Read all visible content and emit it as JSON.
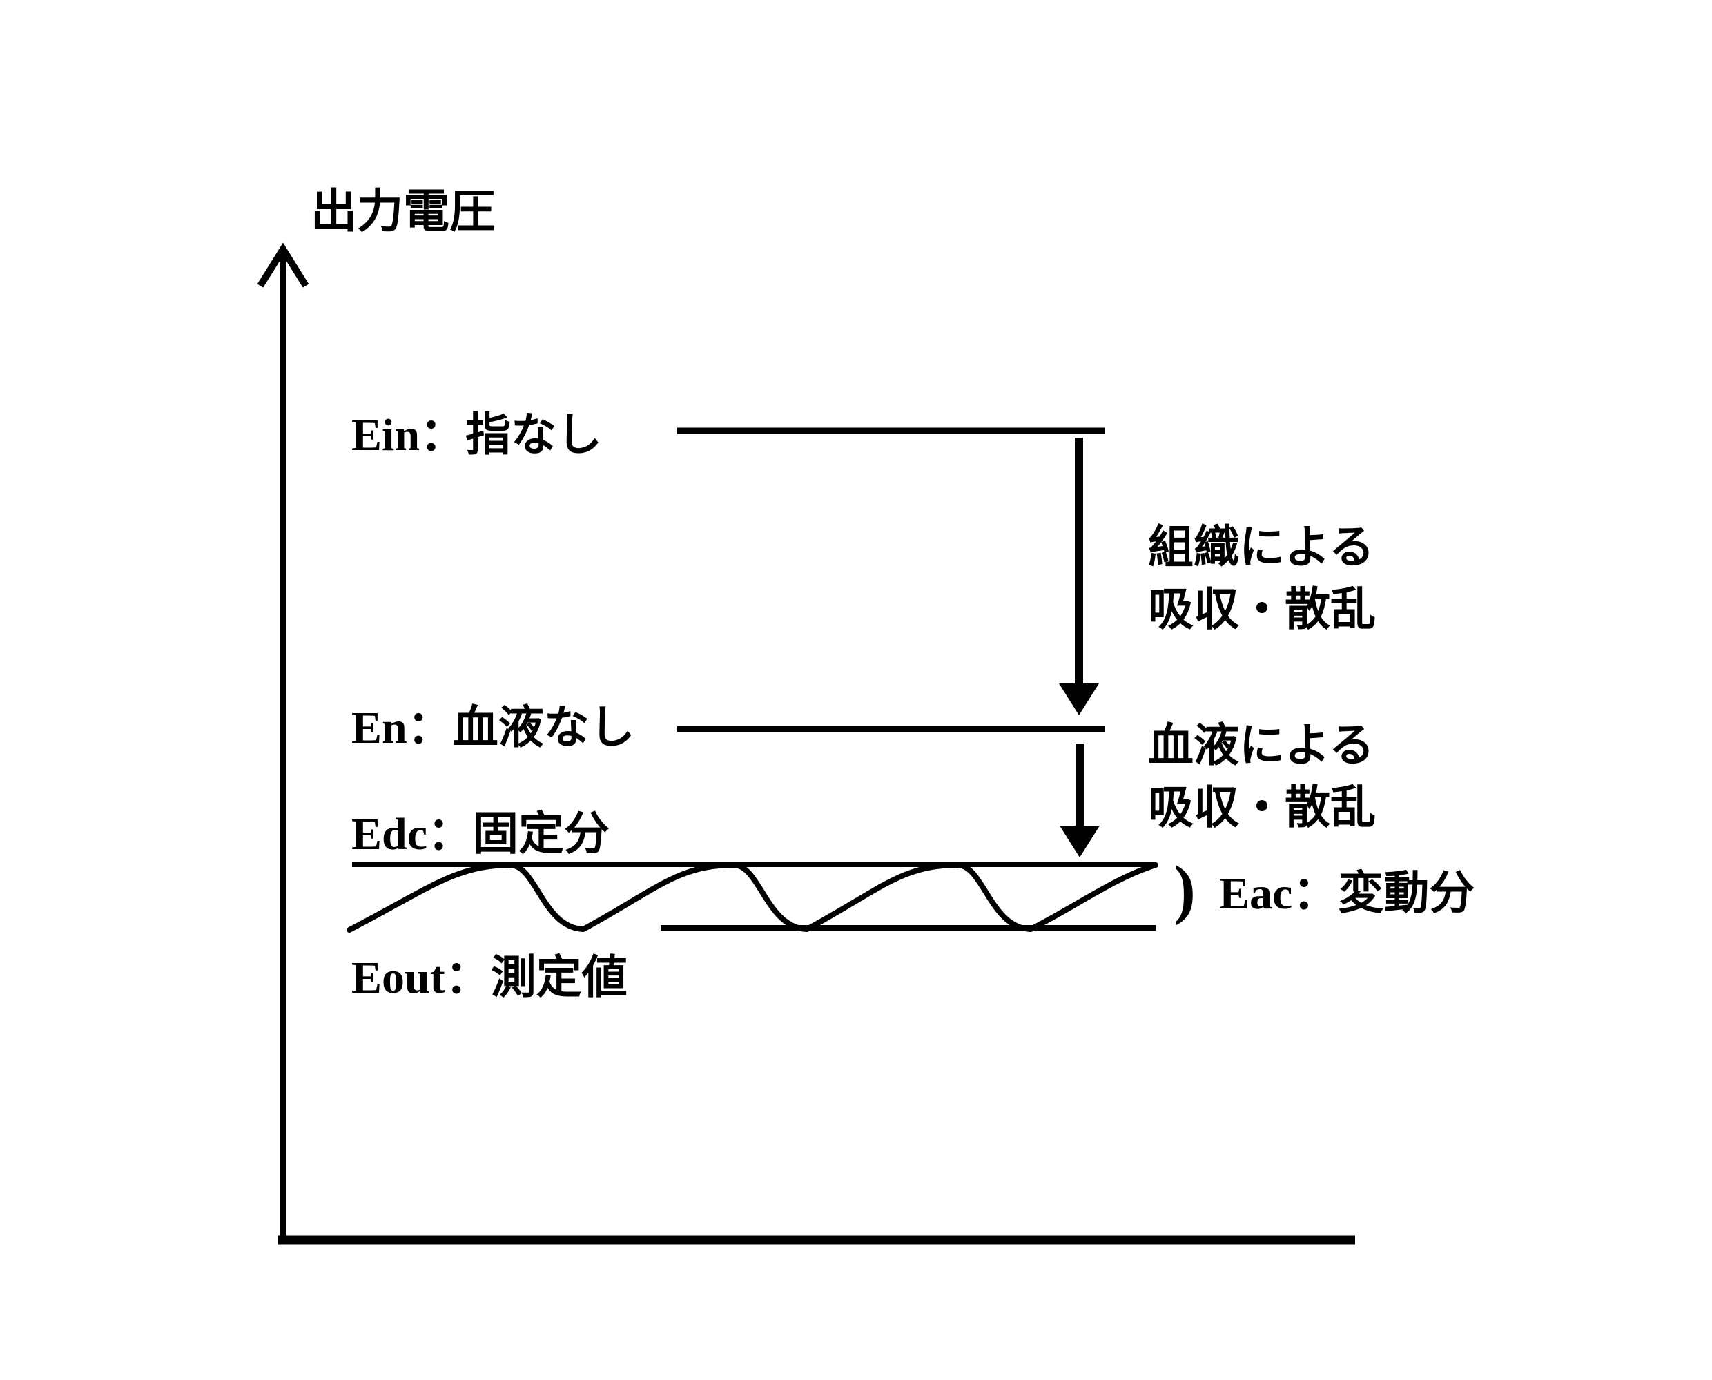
{
  "figure": {
    "axis_title": "出力電圧"
  },
  "levels": {
    "ein": "Ein：指なし",
    "en": "En：血液なし",
    "edc": "Edc：固定分",
    "eout": "Eout：測定値",
    "eac": "Eac：変動分",
    "eac_brace": ")"
  },
  "annotations": {
    "tissue_line1": "組織による",
    "tissue_line2": "吸収・散乱",
    "blood_line1": "血液による",
    "blood_line2": "吸収・散乱"
  },
  "colors": {
    "ink": "#000000",
    "background": "#ffffff"
  }
}
